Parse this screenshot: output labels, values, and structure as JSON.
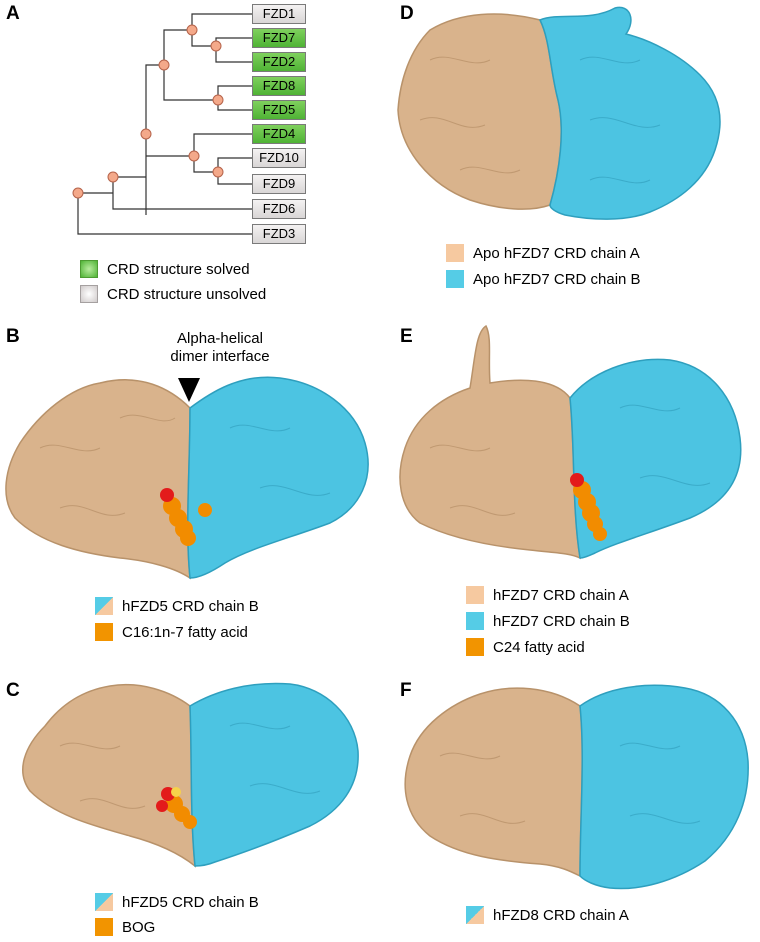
{
  "panels": {
    "a": {
      "letter": "A",
      "leaves": [
        {
          "label": "FZD1",
          "status": "unsolved"
        },
        {
          "label": "FZD7",
          "status": "solved"
        },
        {
          "label": "FZD2",
          "status": "solved"
        },
        {
          "label": "FZD8",
          "status": "solved"
        },
        {
          "label": "FZD5",
          "status": "solved"
        },
        {
          "label": "FZD4",
          "status": "solved"
        },
        {
          "label": "FZD10",
          "status": "unsolved"
        },
        {
          "label": "FZD9",
          "status": "unsolved"
        },
        {
          "label": "FZD6",
          "status": "unsolved"
        },
        {
          "label": "FZD3",
          "status": "unsolved"
        }
      ],
      "legend": {
        "solved": "CRD structure solved",
        "unsolved": "CRD structure unsolved"
      }
    },
    "b": {
      "letter": "B",
      "interface_label_line1": "Alpha-helical",
      "interface_label_line2": "dimer interface",
      "legend": [
        "hFZD5 CRD chain B",
        "C16:1n-7 fatty acid"
      ]
    },
    "c": {
      "letter": "C",
      "legend": [
        "hFZD5 CRD chain B",
        "BOG"
      ]
    },
    "d": {
      "letter": "D",
      "legend": [
        "Apo hFZD7 CRD chain A",
        "Apo hFZD7 CRD chain B"
      ]
    },
    "e": {
      "letter": "E",
      "legend": [
        "hFZD7 CRD chain A",
        "hFZD7 CRD chain B",
        "C24 fatty acid"
      ]
    },
    "f": {
      "letter": "F",
      "legend": [
        "hFZD8 CRD chain A"
      ]
    }
  },
  "colors": {
    "tan": "#d9b38c",
    "cyan": "#4cc4e2",
    "ligand_orange": "#f28c00",
    "ligand_red": "#e31b1b",
    "node": "#f4a98a",
    "solved": "#5cbf3c",
    "unsolved": "#e6e3e3"
  }
}
